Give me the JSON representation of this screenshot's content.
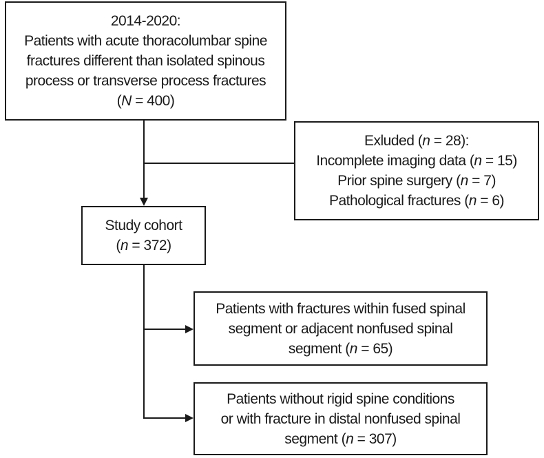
{
  "diagram": {
    "source": {
      "years": "2014-2020:",
      "line1": "Patients with acute thoracolumbar spine",
      "line2": "fractures different than isolated spinous",
      "line3": "process or transverse process fractures",
      "count_var": "N",
      "count_value": "400"
    },
    "excluded": {
      "title_word": "Exluded",
      "title_var": "n",
      "title_value": "28",
      "reasons": [
        {
          "label": "Incomplete imaging data",
          "var": "n",
          "value": "15"
        },
        {
          "label": "Prior spine surgery",
          "var": "n",
          "value": "7"
        },
        {
          "label": "Pathological fractures",
          "var": "n",
          "value": "6"
        }
      ]
    },
    "cohort": {
      "label": "Study cohort",
      "var": "n",
      "value": "372"
    },
    "fused": {
      "line1": "Patients with fractures within fused spinal",
      "line2": "segment or adjacent nonfused spinal",
      "line3_prefix": "segment",
      "var": "n",
      "value": "65"
    },
    "nonrigid": {
      "line1": "Patients without rigid spine conditions",
      "line2": "or with fracture in distal nonfused spinal",
      "line3_prefix": "segment",
      "var": "n",
      "value": "307"
    },
    "colors": {
      "line": "#1a1a1a",
      "text": "#1a1a1a",
      "background": "#ffffff"
    }
  }
}
